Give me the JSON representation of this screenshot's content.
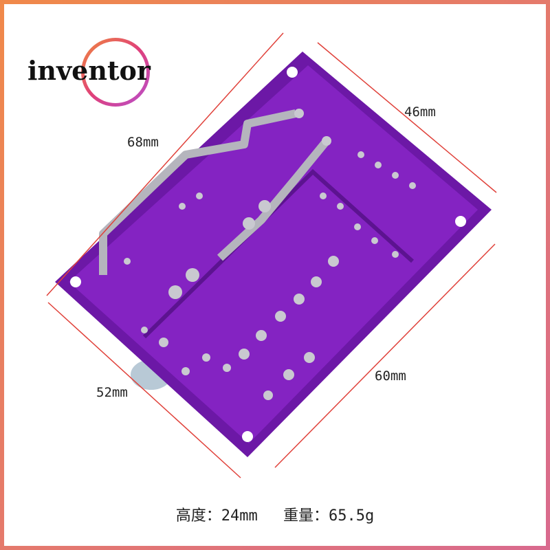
{
  "logo": {
    "text": "inventor"
  },
  "dimensions": {
    "top_left": "68mm",
    "top_right": "46mm",
    "bottom_left": "52mm",
    "bottom_right": "60mm"
  },
  "caption": {
    "height": "高度：24mm",
    "weight": "重量：65.5g"
  },
  "colors": {
    "board": "#7d1fb8",
    "board_dark": "#5c1390",
    "trace": "#9b3fd6",
    "solder": "#c9c9d0",
    "dimension_line": "#e0413a"
  }
}
